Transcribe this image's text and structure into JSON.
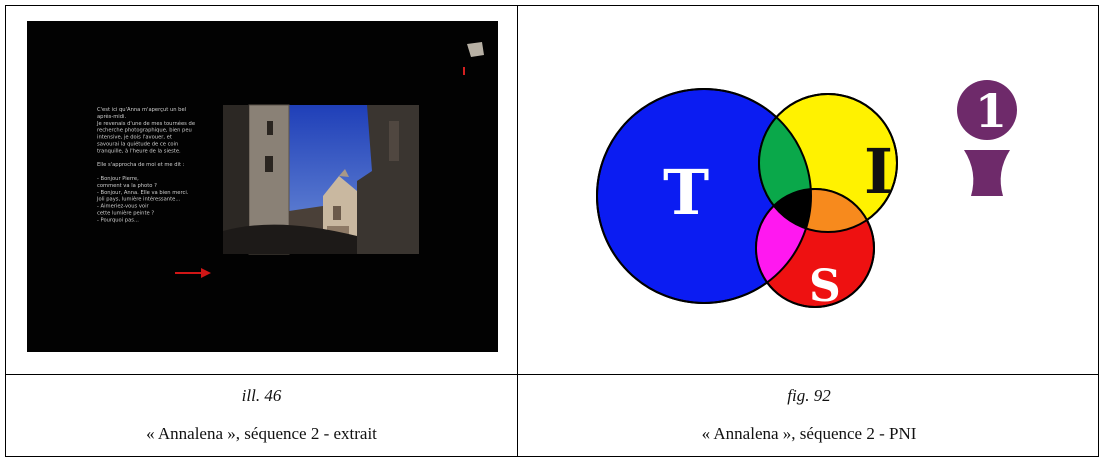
{
  "left": {
    "illustration_label": "ill. 46",
    "caption": "« Annalena », séquence 2 - extrait",
    "still_text": [
      "C'est ici qu'Anna m'aperçut un bel",
      "après-midi.",
      "Je revenais d'une de mes tournées de",
      "recherche photographique, bien peu",
      "intensive, je dois l'avouer, et",
      "savourai la quiétude de ce coin",
      "tranquille, à l'heure de la sieste.",
      "",
      "Elle s'approcha de moi et me dit :",
      "",
      "- Bonjour Pierre,",
      "     comment va la photo ?",
      "- Bonjour, Anna. Elle va bien merci.",
      "     Joli pays, lumière intéressante...",
      "- Aimeriez-vous voir",
      "     cette lumière peinte ?",
      "- Pourquoi pas..."
    ]
  },
  "right": {
    "figure_label": "fig. 92",
    "caption": "« Annalena », séquence 2 - PNI",
    "letters": {
      "t": "T",
      "i": "I",
      "s": "S",
      "logo_digit": "1"
    }
  },
  "colors": {
    "blue": "#0b1cf2",
    "yellow": "#fff200",
    "magenta": "#ff18f0",
    "red": "#ee1111",
    "green": "#0aa84a",
    "orange": "#f78a1d",
    "purple": "#6e2a6a"
  }
}
